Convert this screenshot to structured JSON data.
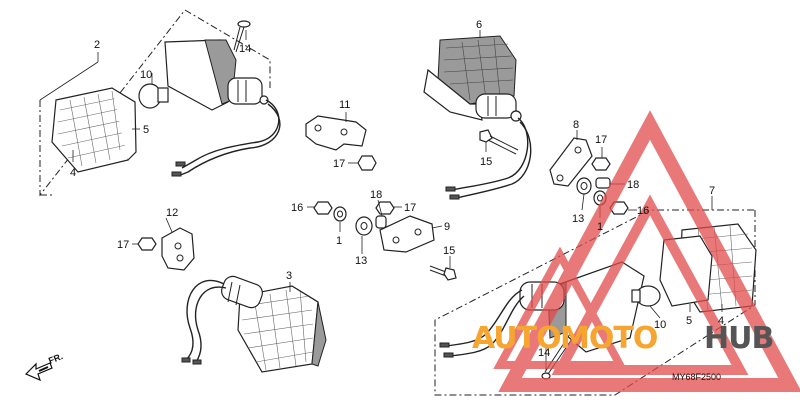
{
  "labels": {
    "l1a": "1",
    "l1b": "1",
    "l2": "2",
    "l3": "3",
    "l4a": "4",
    "l4b": "4",
    "l5a": "5",
    "l5b": "5",
    "l6": "6",
    "l7": "7",
    "l8": "8",
    "l9": "9",
    "l10a": "10",
    "l10b": "10",
    "l11": "11",
    "l12": "12",
    "l13a": "13",
    "l13b": "13",
    "l14a": "14",
    "l14b": "14",
    "l15a": "15",
    "l15b": "15",
    "l16a": "16",
    "l16b": "16",
    "l17a": "17",
    "l17b": "17",
    "l17c": "17",
    "l17d": "17",
    "l18a": "18",
    "l18b": "18"
  },
  "diagram_code": "MY68F2500",
  "direction_label": "FR.",
  "watermark": {
    "part1": "AUTO",
    "part2": "MOTO",
    "part3": "HUB",
    "color_auto": "#f7a531",
    "color_moto": "#f7a531",
    "color_hub": "#555555",
    "triangle_color": "#e24b4b"
  }
}
